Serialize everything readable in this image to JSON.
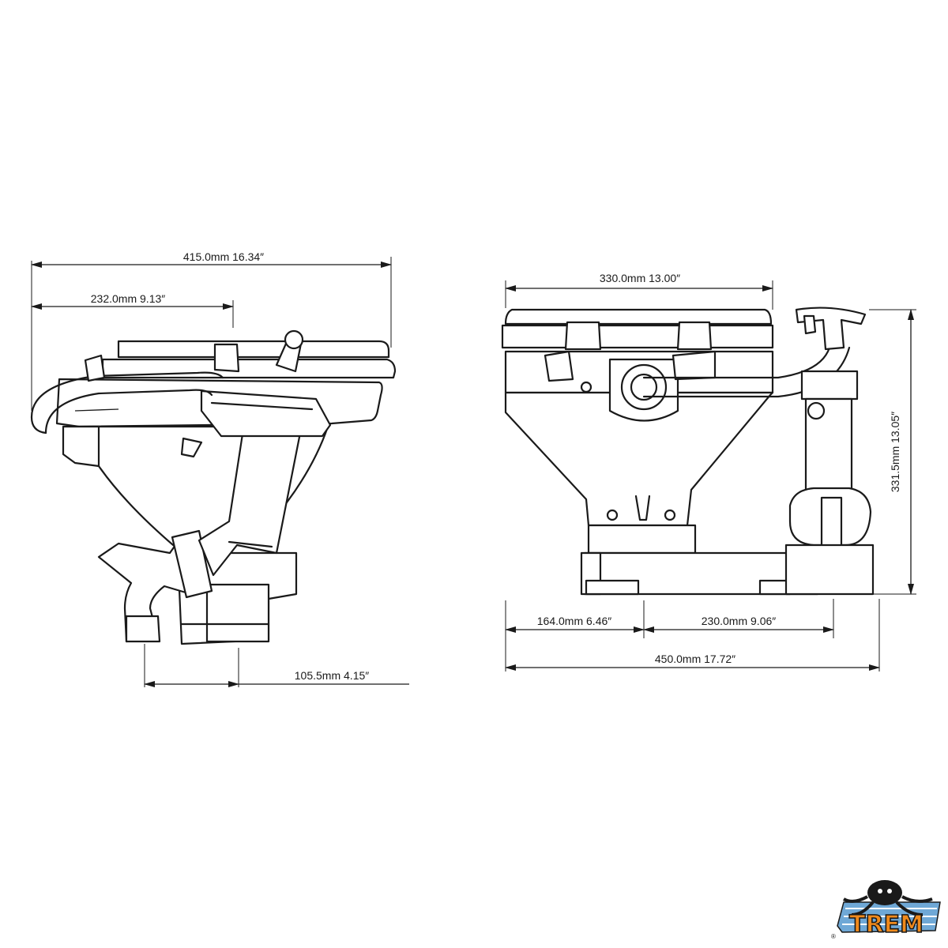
{
  "dimensions": {
    "side_total_width": "415.0mm  16.34″",
    "side_partial_width": "232.0mm  9.13″",
    "side_outlet_offset": "105.5mm  4.15″",
    "front_bowl_width": "330.0mm  13.00″",
    "front_height": "331.5mm  13.05″",
    "front_left_segment": "164.0mm  6.46″",
    "front_right_segment": "230.0mm  9.06″",
    "front_total_width": "450.0mm  17.72″"
  },
  "logo": {
    "text": "TREM",
    "registered": "®"
  },
  "colors": {
    "line": "#1a1a1a",
    "logo_orange": "#f08a1c",
    "logo_blue": "#6fa8d6"
  }
}
